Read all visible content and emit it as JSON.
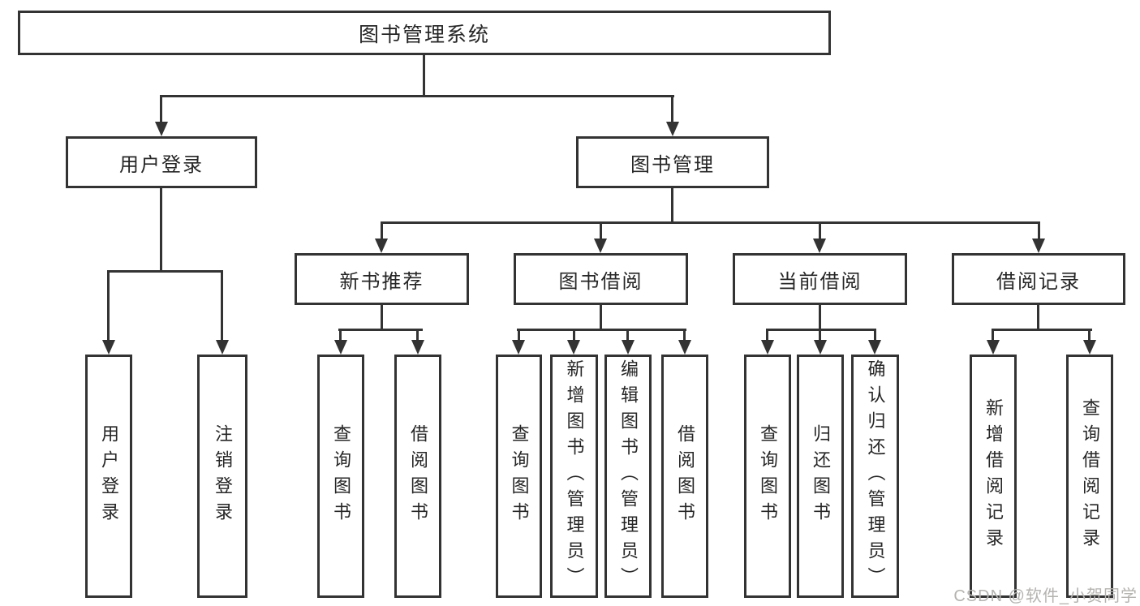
{
  "diagram_title": "图书管理系统",
  "nodes": {
    "root": {
      "label": "图书管理系统"
    },
    "user_login": {
      "label": "用户登录"
    },
    "book_mgmt": {
      "label": "图书管理"
    },
    "new_book_rec": {
      "label": "新书推荐"
    },
    "book_borrow": {
      "label": "图书借阅"
    },
    "current_borrow": {
      "label": "当前借阅"
    },
    "borrow_record": {
      "label": "借阅记录"
    },
    "leaf_user_login": {
      "label": "用户登录"
    },
    "leaf_logout": {
      "label": "注销登录"
    },
    "leaf_rec_query": {
      "label": "查询图书"
    },
    "leaf_rec_borrow": {
      "label": "借阅图书"
    },
    "leaf_bb_query": {
      "label": "查询图书"
    },
    "leaf_bb_add": {
      "label": "新增图书（管理员）"
    },
    "leaf_bb_edit": {
      "label": "编辑图书（管理员）"
    },
    "leaf_bb_borrow": {
      "label": "借阅图书"
    },
    "leaf_cb_query": {
      "label": "查询图书"
    },
    "leaf_cb_return": {
      "label": "归还图书"
    },
    "leaf_cb_confirm": {
      "label": "确认归还（管理员）"
    },
    "leaf_br_add": {
      "label": "新增借阅记录"
    },
    "leaf_br_query": {
      "label": "查询借阅记录"
    }
  },
  "watermark": {
    "text": "CSDN @软件_小贺同学"
  },
  "colors": {
    "line": "#333333",
    "text": "#262626",
    "background": "#ffffff",
    "watermark": "#b5b3b0"
  }
}
